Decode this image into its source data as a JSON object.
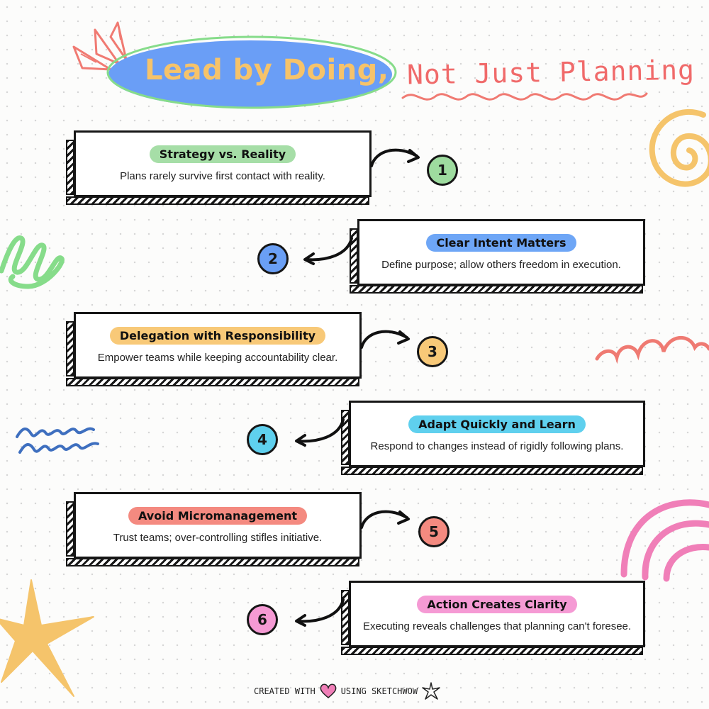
{
  "header": {
    "title": "Lead by Doing,",
    "subtitle": "Not Just Planning"
  },
  "steps": [
    {
      "number": "1",
      "title": "Strategy vs. Reality",
      "description": "Plans rarely survive first contact with reality.",
      "pill_color": "#a6dea7",
      "circle_color": "#9edc9f"
    },
    {
      "number": "2",
      "title": "Clear Intent Matters",
      "description": "Define purpose; allow others freedom in execution.",
      "pill_color": "#6ea6f6",
      "circle_color": "#6a9ff5"
    },
    {
      "number": "3",
      "title": "Delegation with Responsibility",
      "description": "Empower teams while keeping accountability clear.",
      "pill_color": "#f8c978",
      "circle_color": "#f8c978"
    },
    {
      "number": "4",
      "title": "Adapt Quickly and Learn",
      "description": "Respond to changes instead of rigidly following plans.",
      "pill_color": "#5fd0ee",
      "circle_color": "#5fd0ee"
    },
    {
      "number": "5",
      "title": "Avoid Micromanagement",
      "description": "Trust teams; over-controlling stifles initiative.",
      "pill_color": "#f48a80",
      "circle_color": "#f48a80"
    },
    {
      "number": "6",
      "title": "Action Creates Clarity",
      "description": "Executing reveals challenges that planning can't foresee.",
      "pill_color": "#f59ad4",
      "circle_color": "#f59ad4"
    }
  ],
  "footer": {
    "prefix": "CREATED WITH",
    "suffix": "USING SKETCHWOW",
    "heart_icon": "heart-icon",
    "spark_icon": "sparkle-icon"
  },
  "colors": {
    "title_blob": "#6a9ef6",
    "title_text": "#f6c36a",
    "subtitle_text": "#f06a6a",
    "accent_green": "#86dc8a",
    "accent_yellow": "#f5c46b",
    "accent_pink": "#f07fb8",
    "accent_coral": "#ef7a72",
    "accent_blue": "#3e6fbf"
  }
}
